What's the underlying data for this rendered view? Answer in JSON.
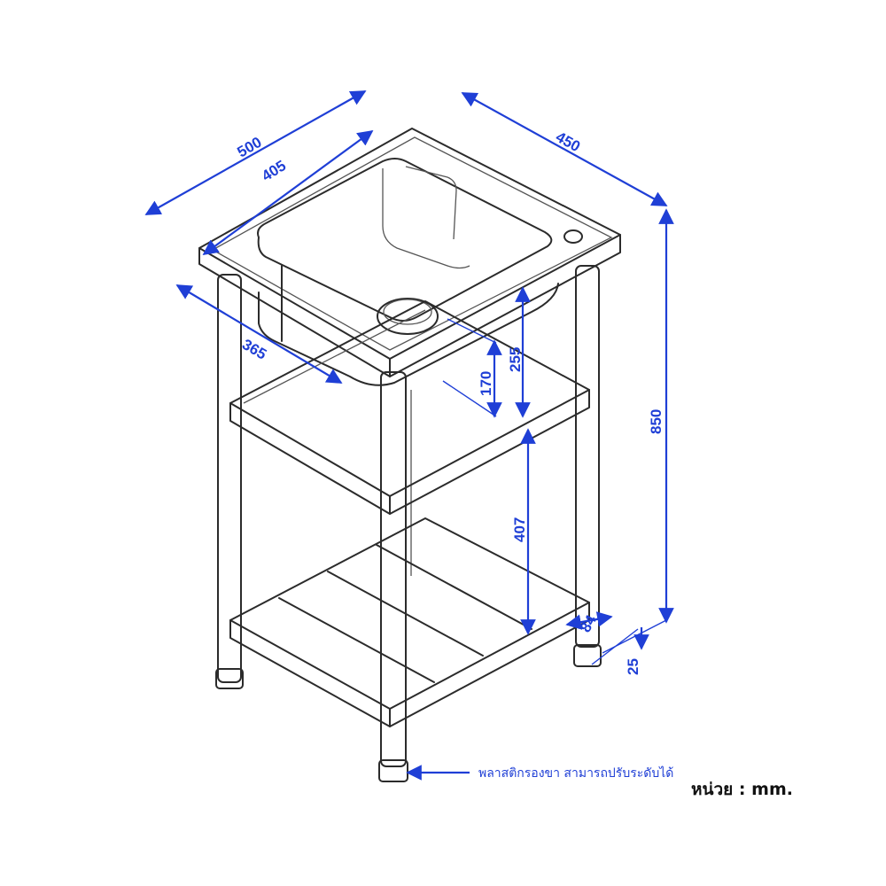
{
  "dimensions": {
    "width_outer": "500",
    "width_bowl": "405",
    "depth_outer": "450",
    "depth_bowl": "365",
    "bowl_depth": "170",
    "rim_to_shelf": "255",
    "total_height": "850",
    "shelf_gap": "407",
    "foot_offset": "84",
    "foot_height": "25"
  },
  "note": "พลาสติกรองขา สามารถปรับระดับได้",
  "unit_label": "หน่วย : mm.",
  "colors": {
    "dimension": "#1f3fd6",
    "outline": "#2b2b2b"
  }
}
